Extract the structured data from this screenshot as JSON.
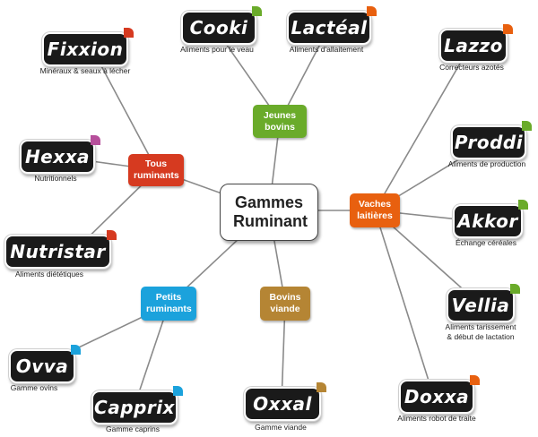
{
  "colors": {
    "red": "#d63a20",
    "green": "#6aab2a",
    "orange": "#e8600f",
    "blue": "#1ba2dc",
    "brown": "#b58534",
    "purple": "#b64f9b",
    "line": "#888888"
  },
  "center": {
    "title": "Gammes Ruminant"
  },
  "hubs": {
    "tous": "Tous ruminants",
    "jeunes": "Jeunes bovins",
    "vaches": "Vaches laitières",
    "petits": "Petits ruminants",
    "bovins": "Bovins viande"
  },
  "brands": {
    "fixxion": {
      "name": "Fixxion",
      "caption": "Minéraux & seaux à lécher",
      "tag_color": "red"
    },
    "hexxa": {
      "name": "Hexxa",
      "caption": "Nutritionnels",
      "tag_color": "purple"
    },
    "nutristar": {
      "name": "Nutristar",
      "caption": "Aliments diététiques",
      "tag_color": "red"
    },
    "cooki": {
      "name": "Cooki",
      "caption": "Aliments pour le veau",
      "tag_color": "green"
    },
    "lacteal": {
      "name": "Lactéal",
      "caption": "Aliments d'allaitement",
      "tag_color": "orange"
    },
    "lazzo": {
      "name": "Lazzo",
      "caption": "Correcteurs azotés",
      "tag_color": "orange"
    },
    "proddi": {
      "name": "Proddi",
      "caption": "Aliments de production",
      "tag_color": "green"
    },
    "akkor": {
      "name": "Akkor",
      "caption": "Échange céréales",
      "tag_color": "green"
    },
    "vellia": {
      "name": "Vellia",
      "caption_line1": "Aliments tarissement",
      "caption_line2": "& début de lactation",
      "tag_color": "green"
    },
    "doxxa": {
      "name": "Doxxa",
      "caption": "Aliments robot de traite",
      "tag_color": "orange"
    },
    "ovva": {
      "name": "Ovva",
      "caption": "Gamme ovins",
      "tag_color": "blue"
    },
    "capprix": {
      "name": "Capprix",
      "caption": "Gamme caprins",
      "tag_color": "blue"
    },
    "oxxal": {
      "name": "Oxxal",
      "caption": "Gamme viande",
      "tag_color": "brown"
    }
  }
}
